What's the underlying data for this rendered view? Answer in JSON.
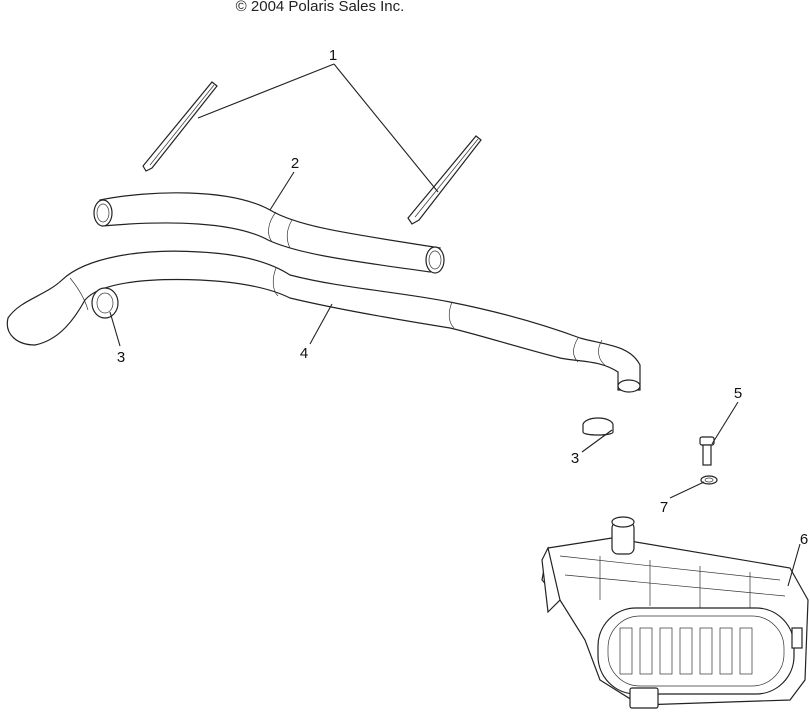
{
  "copyright": "© 2004 Polaris Sales Inc.",
  "callouts": [
    {
      "id": "c1",
      "label": "1"
    },
    {
      "id": "c2",
      "label": "2"
    },
    {
      "id": "c3a",
      "label": "3"
    },
    {
      "id": "c4",
      "label": "4"
    },
    {
      "id": "c5",
      "label": "5"
    },
    {
      "id": "c3b",
      "label": "3"
    },
    {
      "id": "c7",
      "label": "7"
    },
    {
      "id": "c6",
      "label": "6"
    }
  ]
}
